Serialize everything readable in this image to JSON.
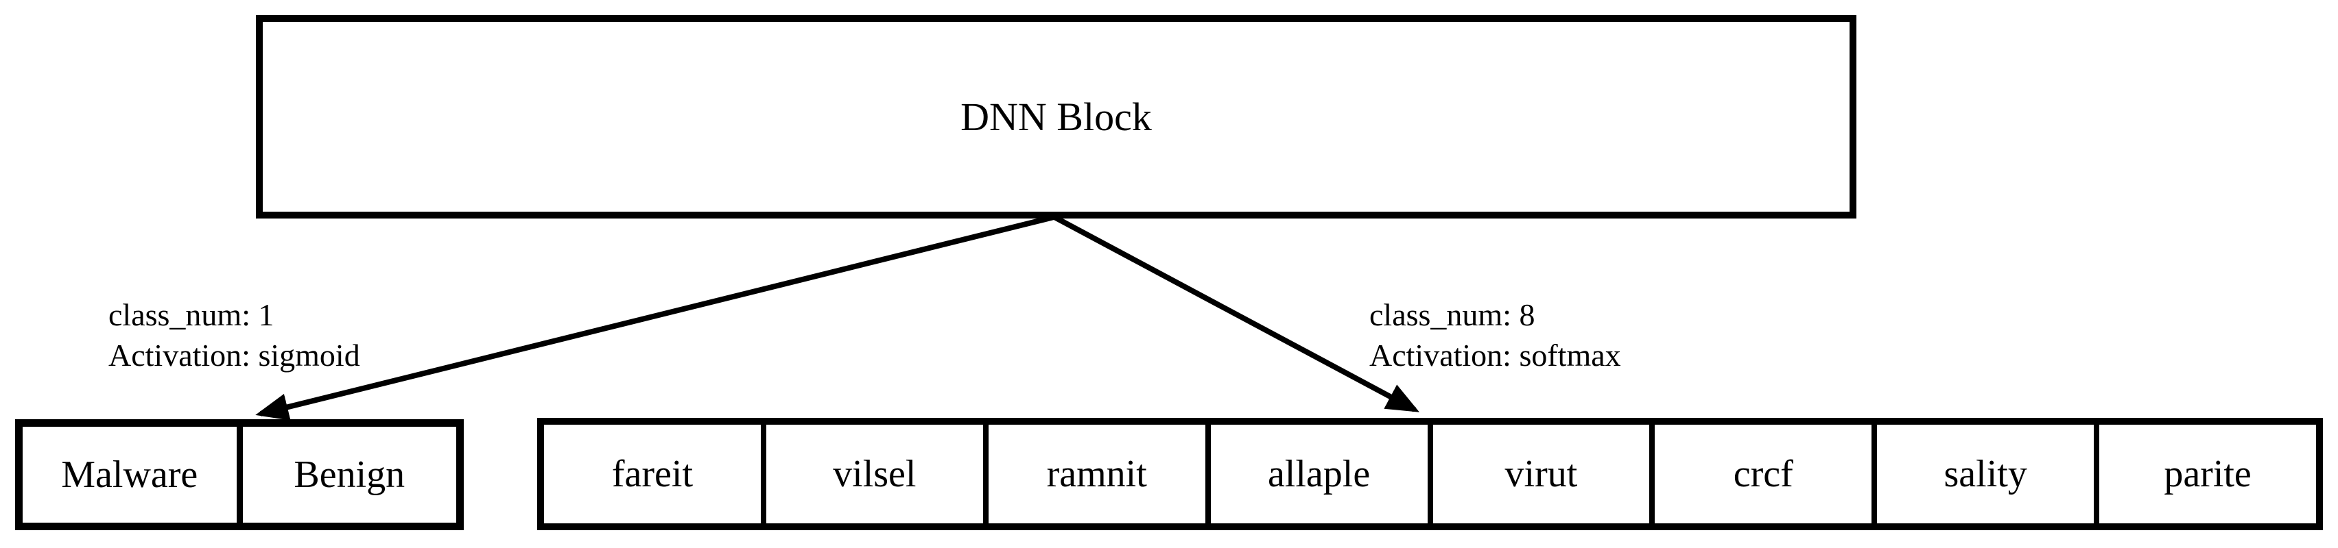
{
  "diagram": {
    "root_label": "DNN Block",
    "branches": [
      {
        "class_num": "class_num: 1",
        "activation": "Activation: sigmoid"
      },
      {
        "class_num": "class_num: 8",
        "activation": "Activation: softmax"
      }
    ],
    "binary_outputs": [
      "Malware",
      "Benign"
    ],
    "family_outputs": [
      "fareit",
      "vilsel",
      "ramnit",
      "allaple",
      "virut",
      "crcf",
      "sality",
      "parite"
    ],
    "colors": {
      "ink": "#000000",
      "background": "#ffffff"
    }
  }
}
